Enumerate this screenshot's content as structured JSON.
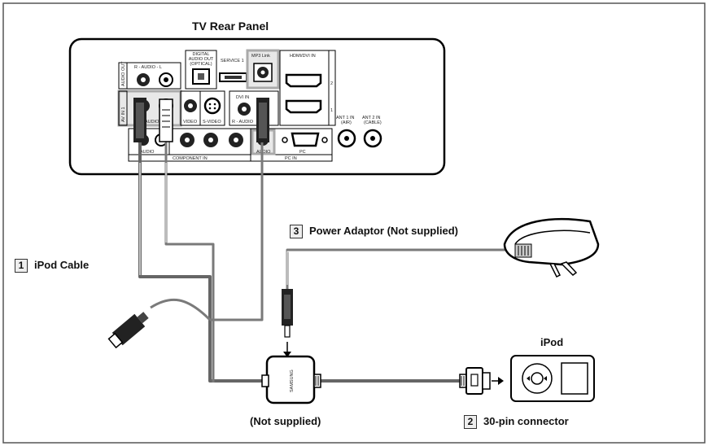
{
  "title": "TV Rear Panel",
  "labels": {
    "ipod_cable": {
      "num": "1",
      "text": "iPod Cable"
    },
    "connector": {
      "num": "2",
      "text": "30-pin connector"
    },
    "adaptor": {
      "num": "3",
      "text": "Power Adaptor (Not supplied)"
    },
    "ipod": "iPod",
    "not_supplied": "(Not supplied)"
  },
  "panel": {
    "audio_out": "AUDIO OUT",
    "audio_lr": "R - AUDIO - L",
    "digital_audio_out": [
      "DIGITAL",
      "AUDIO OUT",
      "(OPTICAL)"
    ],
    "service": "SERVICE 1",
    "mp3_link": "MP3 Link",
    "hdmi": "HDMI/DVI IN",
    "hdmi_ports": [
      "2",
      "1"
    ],
    "av_in": "AV IN 1",
    "audio": "AUDIO",
    "video": "VIDEO",
    "s_video": "S-VIDEO",
    "dvi_in": "DVI IN",
    "dvi_audio": "R - AUDIO",
    "ant1": [
      "ANT 1 IN",
      "(AIR)"
    ],
    "ant2": [
      "ANT 2 IN",
      "(CABLE)"
    ],
    "component_in": "COMPONENT IN",
    "comp_audio": "AUDIO",
    "pc_audio": "AUDIO",
    "pc": "PC",
    "pc_in": "PC IN"
  },
  "device_brand": "SAMSUNG"
}
